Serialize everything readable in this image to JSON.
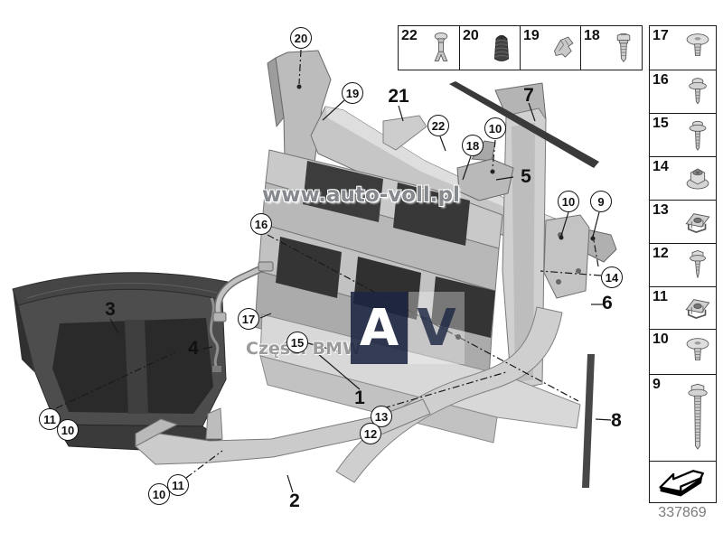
{
  "watermarks": {
    "url": "www.auto-voll.pl",
    "shop": "Części BMW",
    "logo_letter_a": "A",
    "logo_letter_v": "V"
  },
  "part_number": "337869",
  "legend": {
    "top_row": [
      {
        "number": "22",
        "icon": "expansion-rivet-icon"
      },
      {
        "number": "20",
        "icon": "rubber-buffer-icon"
      },
      {
        "number": "19",
        "icon": "retaining-clip-icon"
      },
      {
        "number": "18",
        "icon": "pan-head-screw-icon"
      }
    ],
    "right_column": [
      {
        "number": "17",
        "icon": "flat-head-screw-icon"
      },
      {
        "number": "16",
        "icon": "washer-screw-icon"
      },
      {
        "number": "15",
        "icon": "washer-screw-long-icon"
      },
      {
        "number": "14",
        "icon": "flange-nut-icon"
      },
      {
        "number": "13",
        "icon": "cage-nut-icon"
      },
      {
        "number": "12",
        "icon": "self-tapping-screw-icon"
      },
      {
        "number": "11",
        "icon": "cage-nut-icon"
      },
      {
        "number": "10",
        "icon": "flat-head-screw-icon"
      },
      {
        "number": "9",
        "icon": "long-hex-bolt-icon"
      },
      {
        "number": "",
        "icon": "direction-arrow-icon"
      }
    ]
  },
  "callouts": {
    "circled": [
      "20",
      "19",
      "22",
      "10",
      "18",
      "16",
      "10",
      "9",
      "14",
      "17",
      "15",
      "13",
      "12",
      "11",
      "10",
      "11",
      "10"
    ],
    "plain": [
      "21",
      "7",
      "5",
      "3",
      "4",
      "6",
      "1",
      "2",
      "8"
    ]
  }
}
